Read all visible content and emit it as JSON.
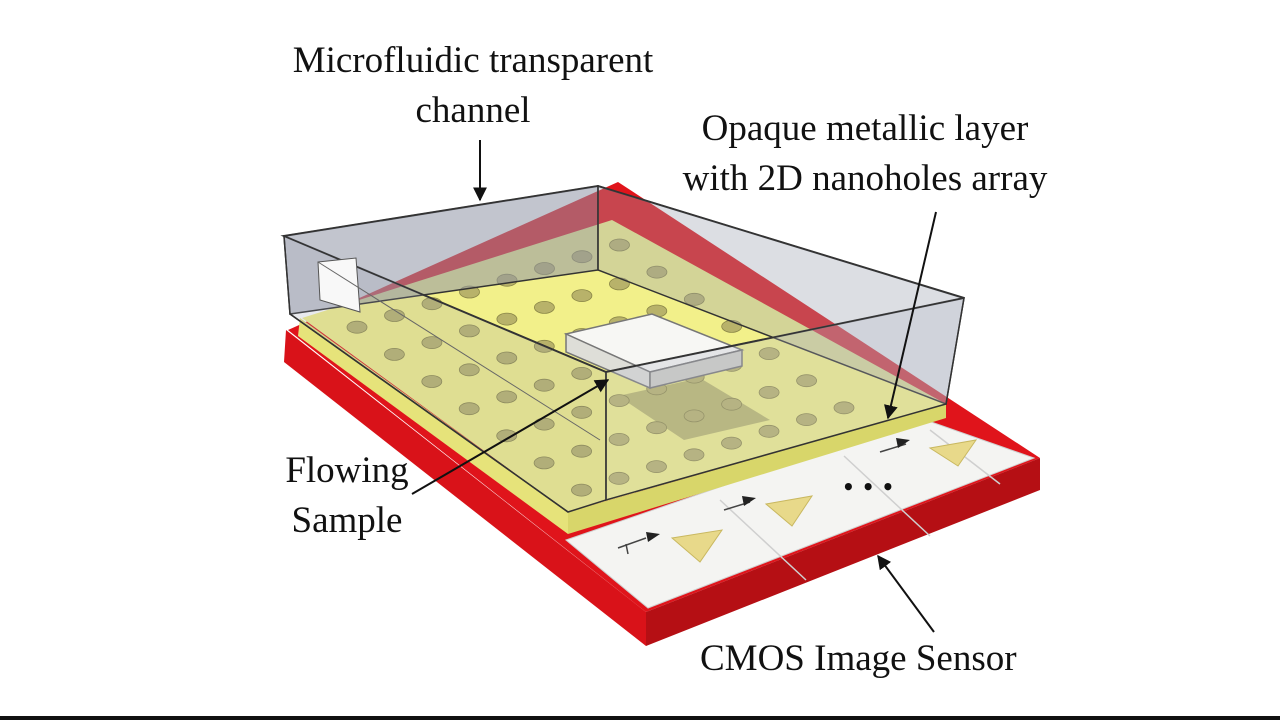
{
  "labels": {
    "channel": [
      "Microfluidic transparent",
      "channel"
    ],
    "metal": [
      "Opaque metallic layer",
      "with 2D nanoholes array"
    ],
    "sample": [
      "Flowing",
      "Sample"
    ],
    "cmos": "CMOS Image Sensor"
  },
  "sensor_ellipsis": "• • •",
  "colors": {
    "substrate_red": "#e0141b",
    "substrate_red_dark": "#b50f14",
    "metal_yellow": "#f2f08a",
    "metal_yellow_side": "#d8d66a",
    "hole": "#b8b26a",
    "channel_glass": "#8f95a6",
    "sample_white": "#f7f7f4",
    "sensor_white": "#f4f4f2",
    "circuit_yellow": "#e8d98a"
  }
}
